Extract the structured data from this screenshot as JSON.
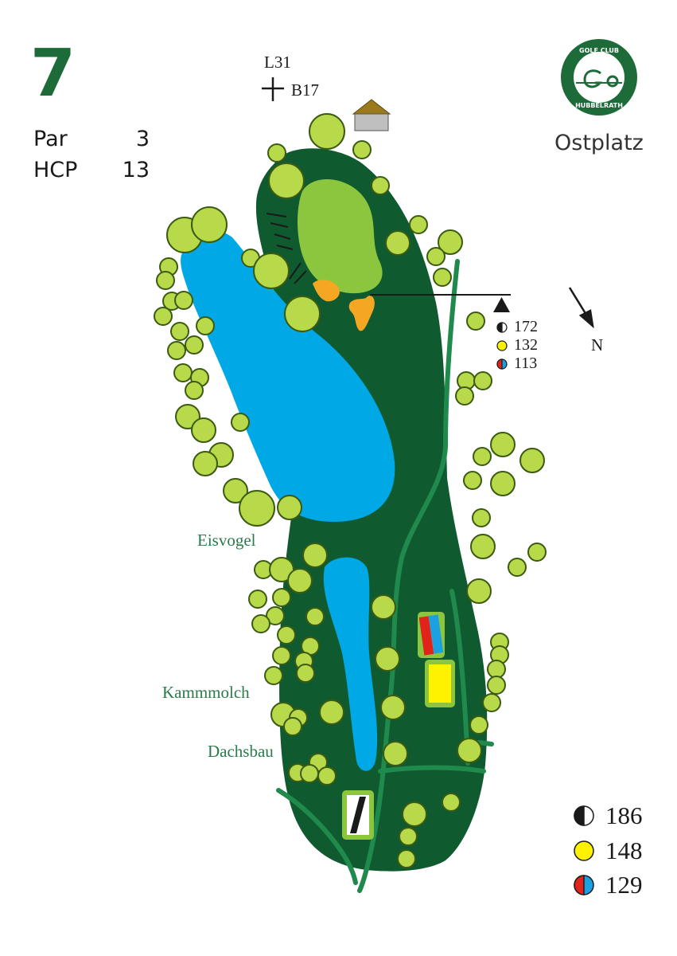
{
  "hole": {
    "number": "7",
    "par_label": "Par",
    "par": "3",
    "hcp_label": "HCP",
    "hcp": "13"
  },
  "course": {
    "name": "Ostplatz"
  },
  "logo": {
    "top_text": "GOLF CLUB",
    "bottom_text": "HUBBELRATH"
  },
  "coordinates": {
    "lat": "L31",
    "lon": "B17"
  },
  "compass": {
    "label": "N"
  },
  "green_distances": [
    {
      "tee": "black-white",
      "value": "172"
    },
    {
      "tee": "yellow",
      "value": "132"
    },
    {
      "tee": "red-blue",
      "value": "113"
    }
  ],
  "tee_distances": [
    {
      "tee": "black-white",
      "value": "186"
    },
    {
      "tee": "yellow",
      "value": "148"
    },
    {
      "tee": "red-blue",
      "value": "129"
    }
  ],
  "habitats": [
    "Eisvogel",
    "Kammmolch",
    "Dachsbau"
  ],
  "colors": {
    "rough": "#0f5a2e",
    "green": "#8cc63f",
    "water": "#00a8e6",
    "bunker": "#f5a623",
    "path": "#1f8a4c",
    "tree": "#b7d94a",
    "accent": "#1e6b3a",
    "tee_yellow": "#fff200",
    "tee_red": "#e2231a",
    "tee_blue": "#1ba1e2"
  }
}
